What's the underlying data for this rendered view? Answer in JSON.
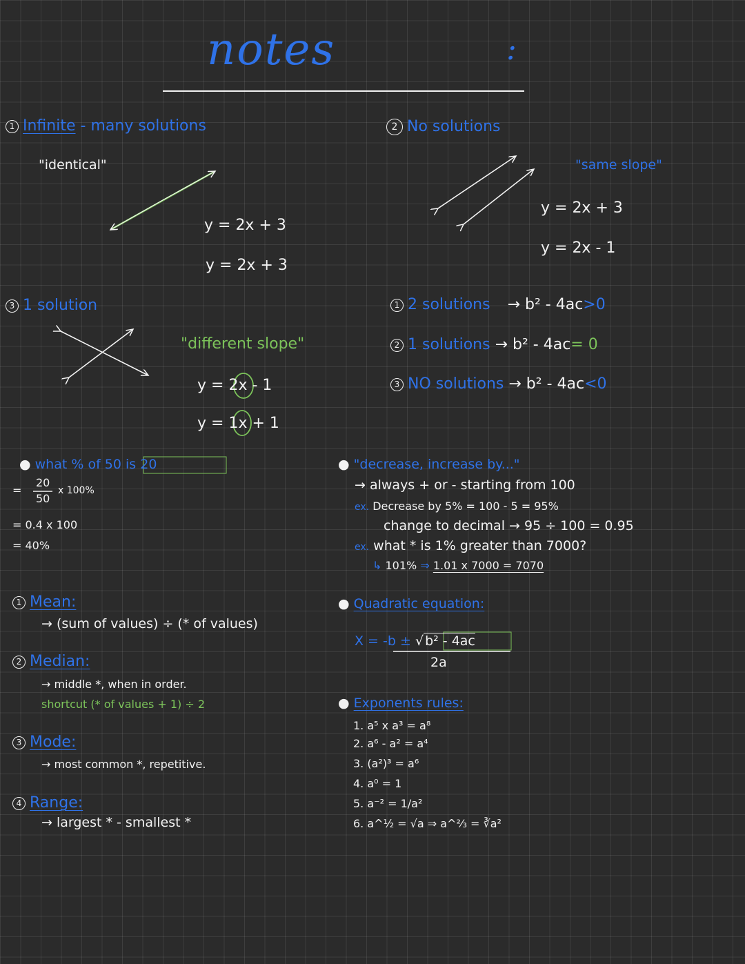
{
  "title": "notes",
  "title_colon": ":",
  "s1": {
    "num": "1",
    "label": "Infinite",
    "dash": "-",
    "rest": "many solutions",
    "note": "\"identical\"",
    "eq1": "y = 2x + 3",
    "eq2": "y = 2x + 3"
  },
  "s2": {
    "num": "2",
    "label": "No solutions",
    "note": "\"same slope\"",
    "eq1": "y = 2x + 3",
    "eq2": "y = 2x - 1"
  },
  "s3": {
    "num": "3",
    "label": "1 solution",
    "note": "\"different slope\"",
    "eq1a": "y = ",
    "eq1b": "2",
    "eq1c": "x - 1",
    "eq2a": "y = ",
    "eq2b": "1",
    "eq2c": "x + 1"
  },
  "disc": {
    "n1": "1",
    "l1": "2 solutions",
    "r1": "→ b² - 4ac",
    "c1": ">0",
    "n2": "2",
    "l2": "1 solutions",
    "r2": "→ b² - 4ac",
    "c2": "= 0",
    "n3": "3",
    "l3": "NO solutions",
    "r3": "→ b² - 4ac",
    "c3": "<0"
  },
  "percent": {
    "q": "what % of 50 is 20",
    "f_eq": "=",
    "f_num": "20",
    "f_den": "50",
    "f_mult": "x 100%",
    "line2": "= 0.4 x 100",
    "line3": "= 40%"
  },
  "decrease": {
    "head": "\"decrease, increase by...\"",
    "l1": "→ always + or - starting from 100",
    "l2_ex": "ex.",
    "l2": "Decrease by 5% = 100 - 5 = 95%",
    "l3": "change to decimal → 95 ÷ 100 = 0.95",
    "l4_ex": "ex.",
    "l4": "what * is 1% greater than 7000?",
    "l5_arrow": "↳",
    "l5a": "101%",
    "l5b": "⇒",
    "l5c": "1.01 x 7000 = 7070"
  },
  "stats": {
    "mean_n": "1",
    "mean": "Mean:",
    "mean_d": "→ (sum of values) ÷ (* of values)",
    "median_n": "2",
    "median": "Median:",
    "median_d": "→ middle *, when in order.",
    "median_s": "shortcut (* of values + 1) ÷ 2",
    "mode_n": "3",
    "mode": "Mode:",
    "mode_d": "→ most common *, repetitive.",
    "range_n": "4",
    "range": "Range:",
    "range_d": "→ largest * - smallest *"
  },
  "quad": {
    "head": "Quadratic equation:",
    "x": "X =",
    "minus_b": "-b ±",
    "root": "b² - 4ac",
    "den": "2a"
  },
  "exp": {
    "head": "Exponents rules:",
    "r1": "1. a⁵ x a³ = a⁸",
    "r2": "2. a⁶ - a² = a⁴",
    "r3": "3. (a²)³ = a⁶",
    "r4": "4. a⁰ = 1",
    "r5": "5. a⁻² = 1/a²",
    "r6": "6. a^½ = √a ⇒ a^⅔ = ∛a²"
  },
  "colors": {
    "blue": "#2f72e8",
    "green": "#7cc35a",
    "ink": "#f2f2f2",
    "bg": "#2b2b2b"
  }
}
